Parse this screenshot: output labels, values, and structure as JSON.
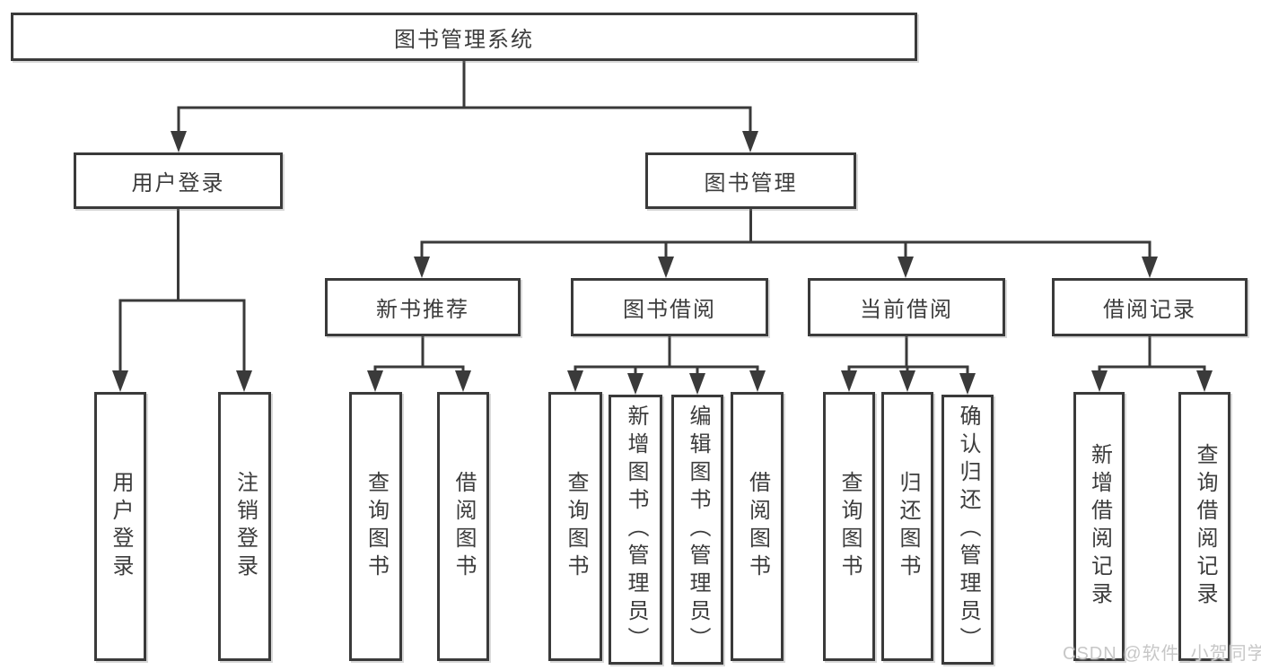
{
  "diagram": {
    "type": "hierarchy",
    "tree": {
      "label": "图书管理系统",
      "children": [
        {
          "label": "用户登录",
          "children": [
            {
              "label": "用户登录"
            },
            {
              "label": "注销登录"
            }
          ]
        },
        {
          "label": "图书管理",
          "children": [
            {
              "label": "新书推荐",
              "children": [
                {
                  "label": "查询图书"
                },
                {
                  "label": "借阅图书"
                }
              ]
            },
            {
              "label": "图书借阅",
              "children": [
                {
                  "label": "查询图书"
                },
                {
                  "label": "新增图书（管理员）"
                },
                {
                  "label": "编辑图书（管理员）"
                },
                {
                  "label": "借阅图书"
                }
              ]
            },
            {
              "label": "当前借阅",
              "children": [
                {
                  "label": "查询图书"
                },
                {
                  "label": "归还图书"
                },
                {
                  "label": "确认归还（管理员）"
                }
              ]
            },
            {
              "label": "借阅记录",
              "children": [
                {
                  "label": "新增借阅记录"
                },
                {
                  "label": "查询借阅记录"
                }
              ]
            }
          ]
        }
      ]
    }
  },
  "watermark": {
    "text": "CSDN @软件_小贺同学"
  },
  "colors": {
    "line": "#3a3a3a",
    "text": "#3c3c3c",
    "background": "#ffffff",
    "watermark": "#c7c7c7"
  }
}
